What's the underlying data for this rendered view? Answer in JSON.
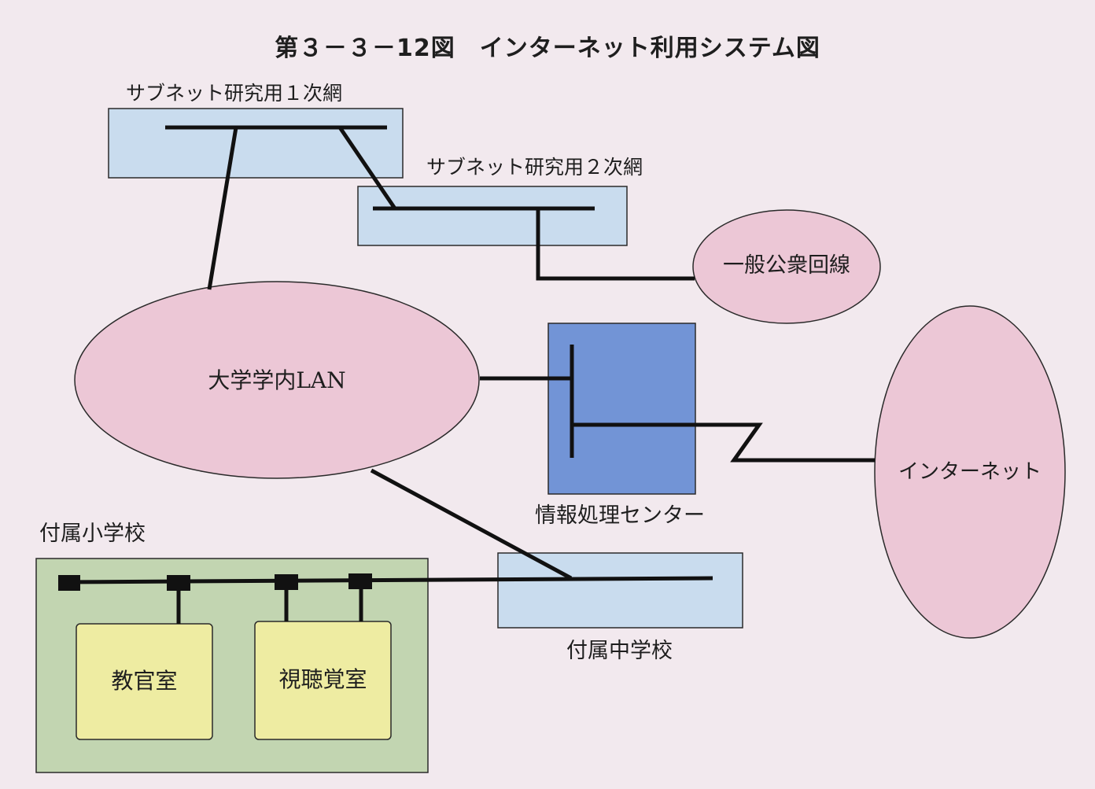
{
  "title": "第３－３－12図　インターネット利用システム図",
  "nodes": {
    "subnet1": "サブネット研究用１次網",
    "subnet2": "サブネット研究用２次網",
    "public_line": "一般公衆回線",
    "campus_lan": "大学学内LAN",
    "internet": "インターネット",
    "info_center": "情報処理センター",
    "elementary": "付属小学校",
    "junior_high": "付属中学校",
    "faculty_room": "教官室",
    "av_room": "視聴覚室"
  },
  "colors": {
    "subnet_box": "#c9dcee",
    "center_box": "#7294d6",
    "ellipse": "#ecc7d6",
    "school_area": "#c2d5b1",
    "room_box": "#eeeca2",
    "line": "#111111"
  }
}
